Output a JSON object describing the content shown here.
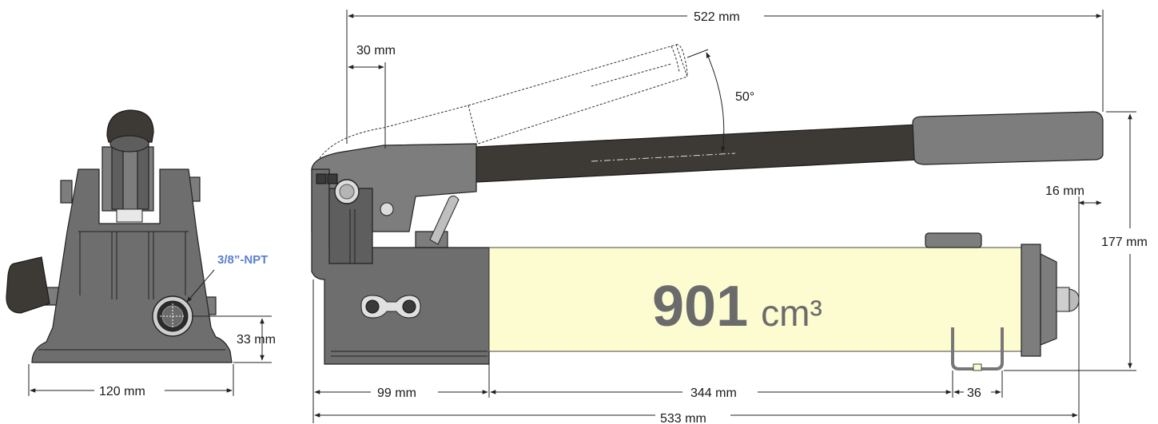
{
  "diagram": {
    "dimensions": {
      "total_handle_length": "522 mm",
      "handle_offset": "30 mm",
      "angle": "50°",
      "end_offset": "16 mm",
      "height": "177 mm",
      "base_width": "120 mm",
      "port_height": "33 mm",
      "body_length": "99 mm",
      "reservoir_length": "344 mm",
      "bracket_width": "36",
      "overall_length": "533 mm"
    },
    "port_label": "3/8”-NPT",
    "capacity": {
      "value": "901",
      "unit": "cm³"
    },
    "colors": {
      "reservoir": "#fdfbd0",
      "body": "#6e6e6e",
      "handle": "#3d3935",
      "callout": "#5b7fd0",
      "capacity_text": "#6b6b6b"
    }
  }
}
